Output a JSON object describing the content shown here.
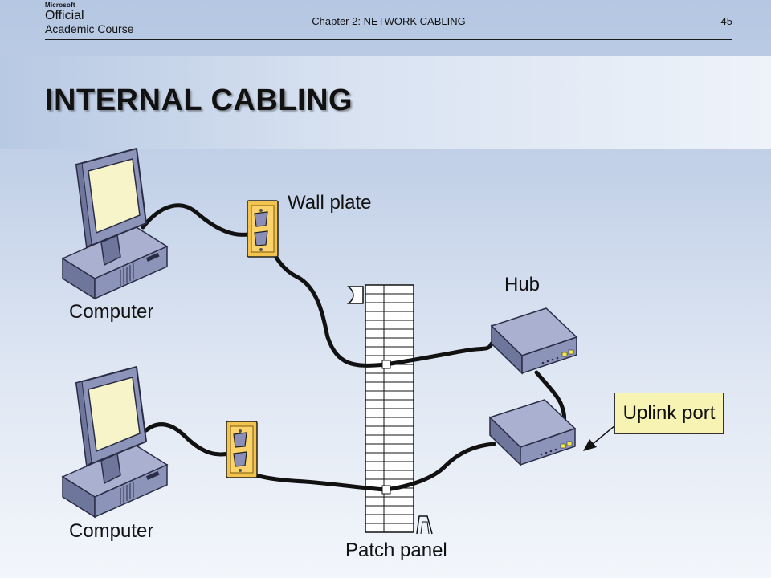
{
  "header": {
    "logo": {
      "line1": "Microsoft",
      "line2": "Official",
      "line3": "Academic Course"
    },
    "chapter": "Chapter 2: NETWORK CABLING",
    "page_number": "45"
  },
  "title": "INTERNAL CABLING",
  "diagram": {
    "labels": {
      "wall_plate": "Wall plate",
      "hub": "Hub",
      "computer_top": "Computer",
      "computer_bottom": "Computer",
      "uplink_port": "Uplink port",
      "patch_panel": "Patch panel"
    },
    "colors": {
      "device_body": "#8c94ba",
      "monitor_screen": "#f6f4c8",
      "wall_plate": "#f2c34e",
      "callout_fill": "#f7f3b2",
      "port_led": "#f2e84a"
    }
  }
}
